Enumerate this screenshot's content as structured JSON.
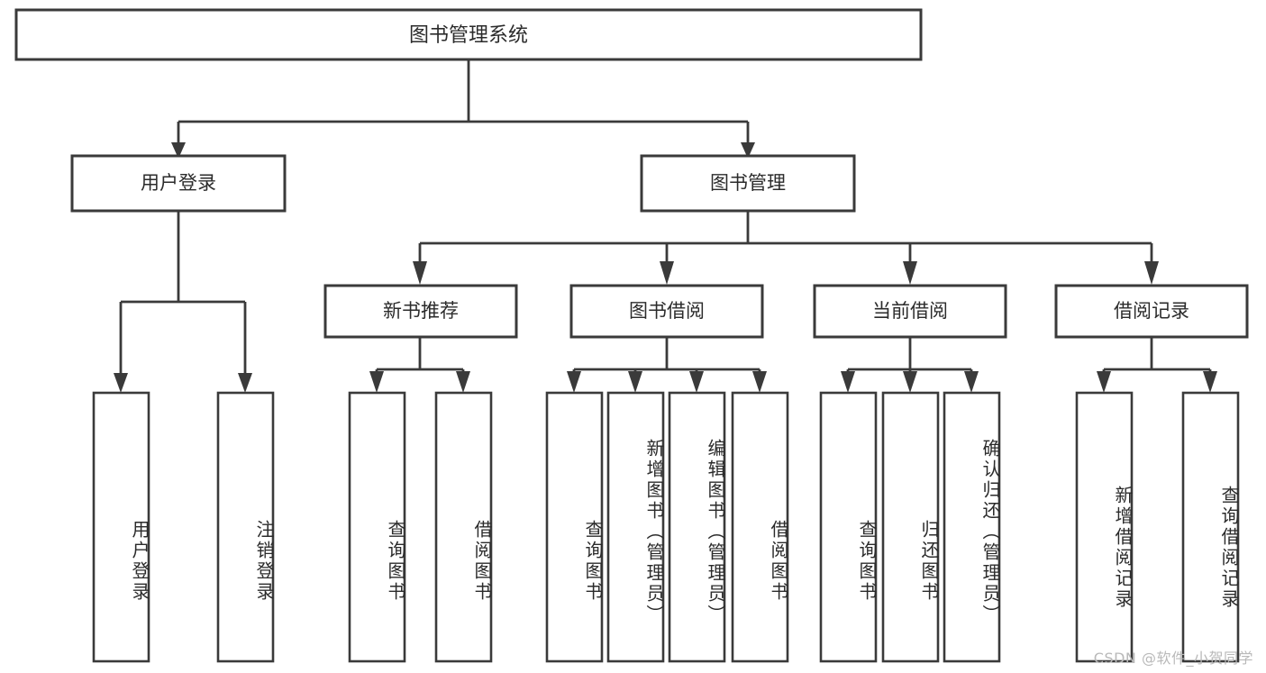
{
  "diagram": {
    "type": "tree",
    "title": "图书管理系统",
    "orientation": "top-down",
    "colors": {
      "box_fill": "#ffffff",
      "box_stroke": "#3a3a3a",
      "text": "#2b2b2b",
      "connector": "#3a3a3a",
      "watermark": "#b9b9b9",
      "background": "#ffffff"
    },
    "root": {
      "label": "图书管理系统"
    },
    "level1": [
      {
        "label": "用户登录"
      },
      {
        "label": "图书管理"
      }
    ],
    "level2": [
      {
        "label": "新书推荐"
      },
      {
        "label": "图书借阅"
      },
      {
        "label": "当前借阅"
      },
      {
        "label": "借阅记录"
      }
    ],
    "leaves": {
      "user_login": [
        {
          "label": "用户登录"
        },
        {
          "label": "注销登录"
        }
      ],
      "new_book_recommend": [
        {
          "label": "查询图书"
        },
        {
          "label": "借阅图书"
        }
      ],
      "book_borrow": [
        {
          "label": "查询图书"
        },
        {
          "label": "新增图书（管理员）"
        },
        {
          "label": "编辑图书（管理员）"
        },
        {
          "label": "借阅图书"
        }
      ],
      "current_borrow": [
        {
          "label": "查询图书"
        },
        {
          "label": "归还图书"
        },
        {
          "label": "确认归还（管理员）"
        }
      ],
      "borrow_record": [
        {
          "label": "新增借阅记录"
        },
        {
          "label": "查询借阅记录"
        }
      ]
    },
    "watermark": "CSDN @软件_小贺同学"
  }
}
